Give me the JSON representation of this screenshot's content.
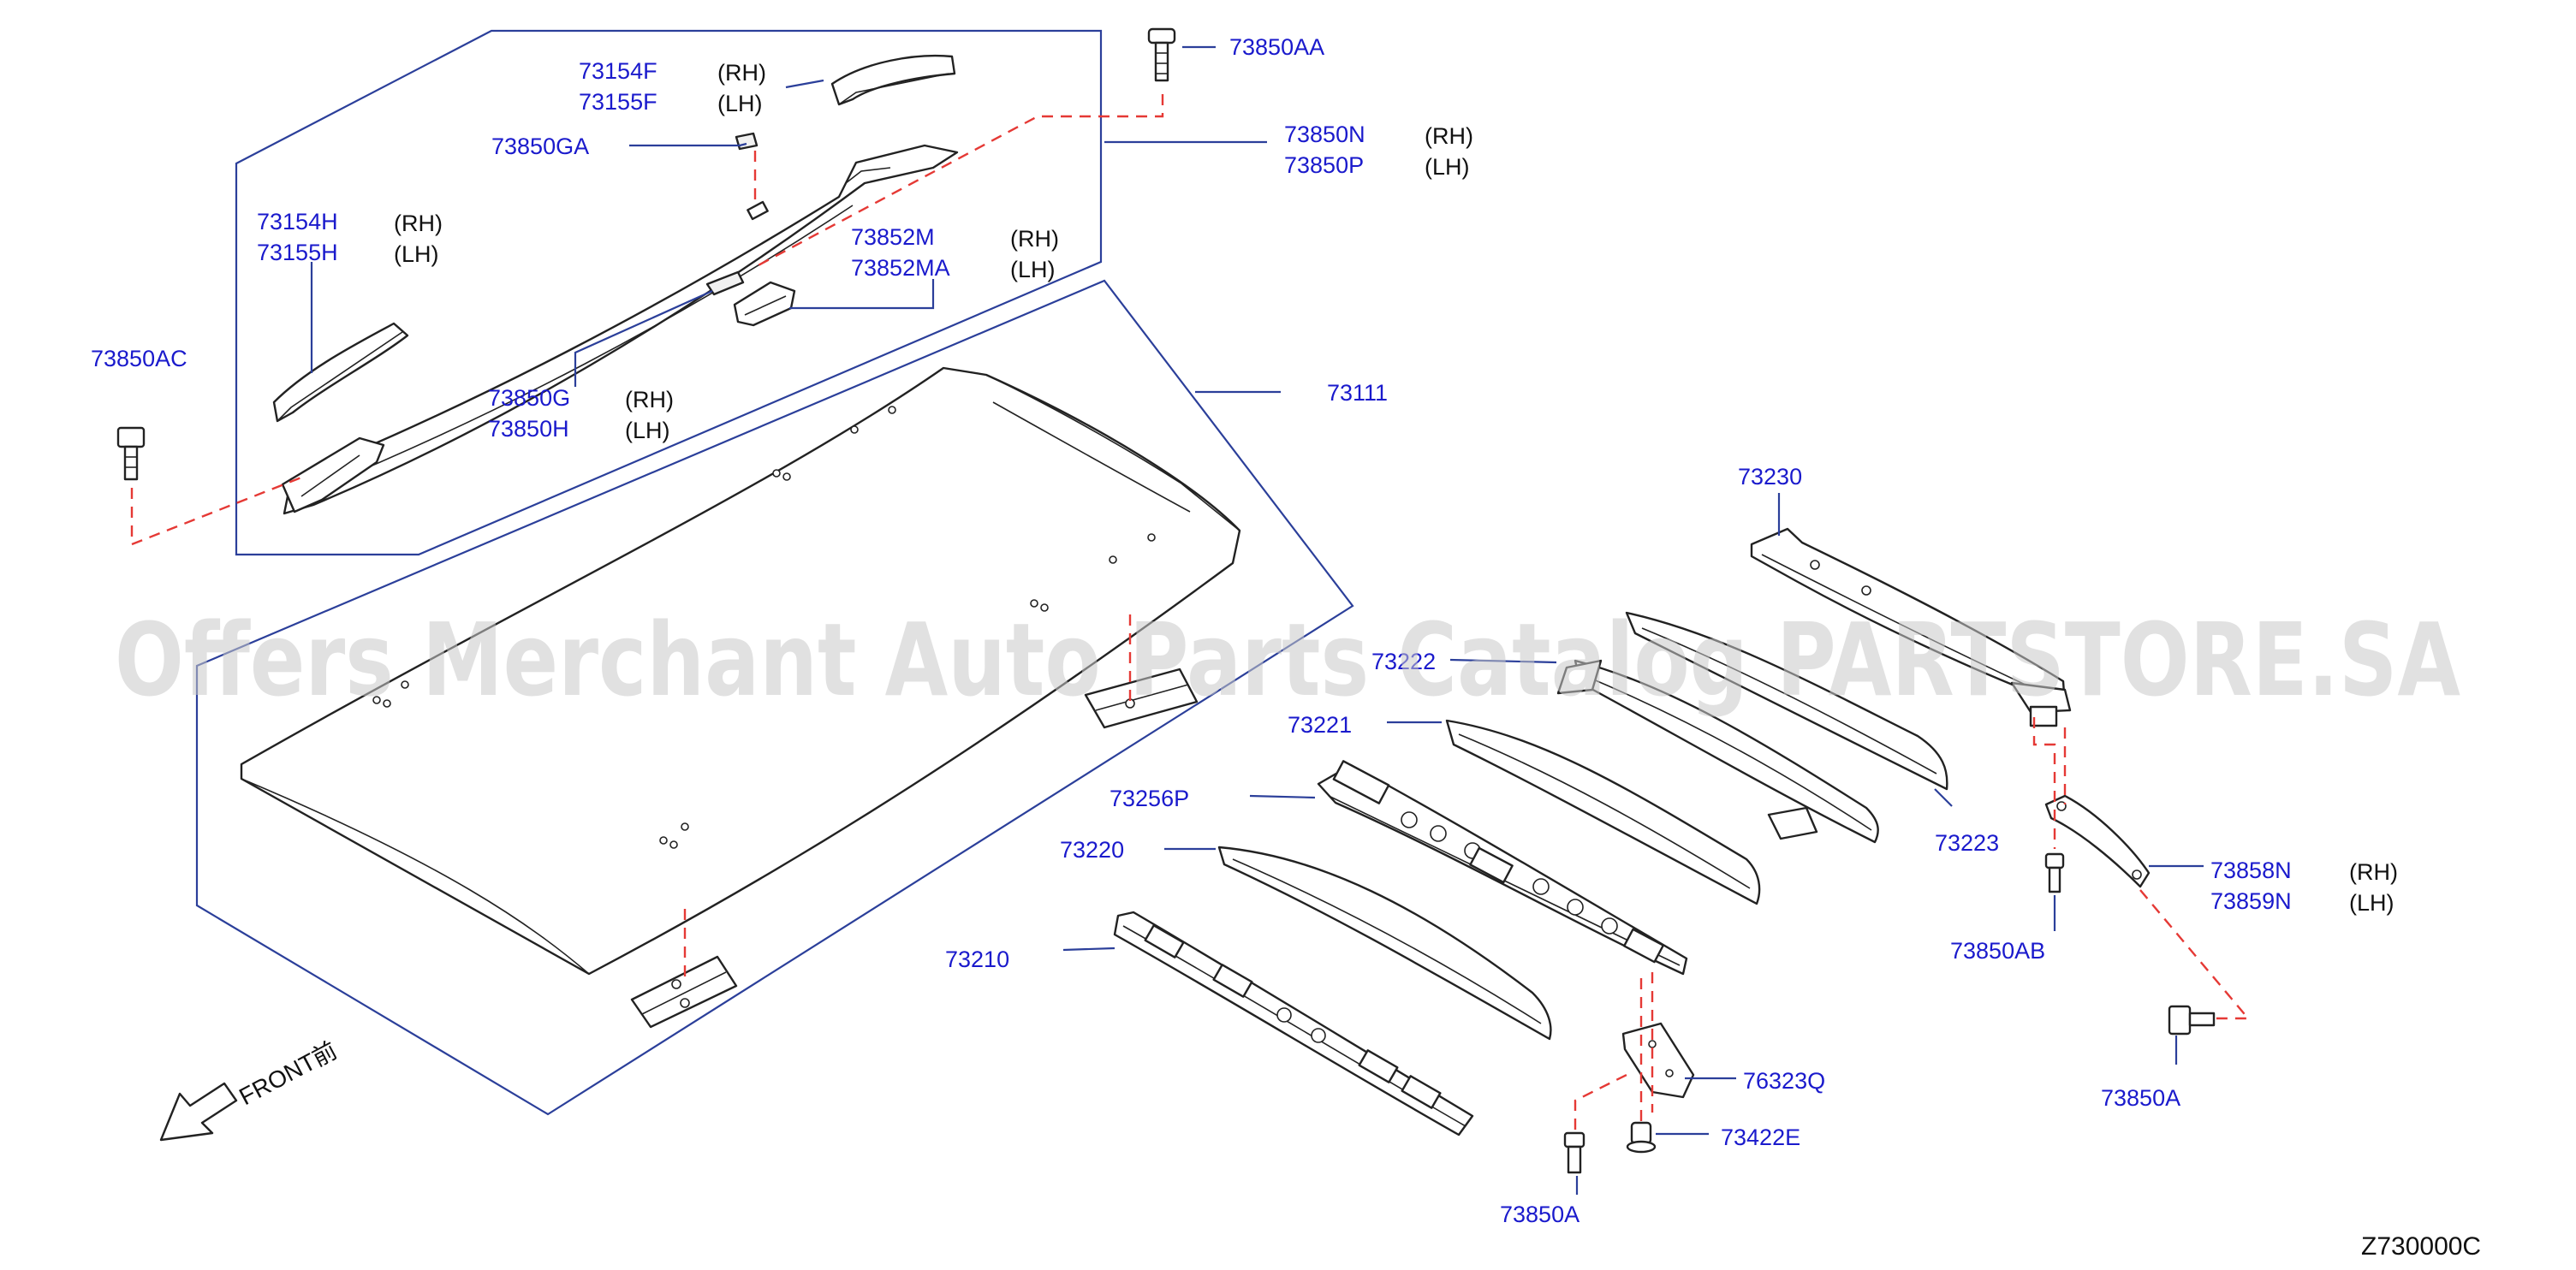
{
  "diagram": {
    "watermark": "Offers Merchant Auto Parts Catalog PARTSTORE.SA",
    "figure_code": "Z730000C",
    "front_label": "FRONT前",
    "callouts": {
      "p73154F": "73154F",
      "p73155F": "73155F",
      "p73850AA": "73850AA",
      "p73850GA": "73850GA",
      "p73850N": "73850N",
      "p73850P": "73850P",
      "p73154H": "73154H",
      "p73155H": "73155H",
      "p73852M": "73852M",
      "p73852MA": "73852MA",
      "p73850AC": "73850AC",
      "p73850G": "73850G",
      "p73850H": "73850H",
      "p73111": "73111",
      "p73230": "73230",
      "p73222": "73222",
      "p73221": "73221",
      "p73256P": "73256P",
      "p73220": "73220",
      "p73223": "73223",
      "p73210": "73210",
      "p73858N": "73858N",
      "p73859N": "73859N",
      "p73850AB": "73850AB",
      "p73850A_right": "73850A",
      "p76323Q": "76323Q",
      "p73422E": "73422E",
      "p73850A_bottom": "73850A"
    },
    "sides": {
      "rh": "(RH)",
      "lh": "(LH)"
    }
  }
}
